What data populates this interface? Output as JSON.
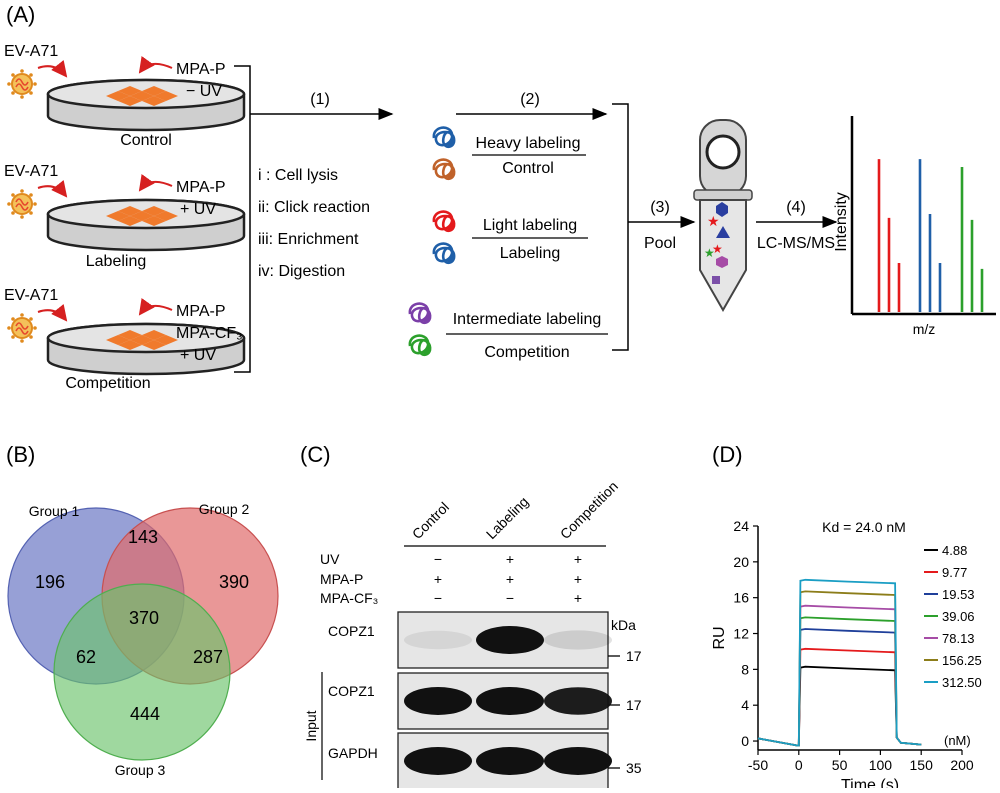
{
  "panels": {
    "A": {
      "label": "(A)",
      "virus": "EV-A71",
      "dishes": [
        {
          "name": "Control",
          "probe_lines": [
            "MPA-P",
            "− UV"
          ]
        },
        {
          "name": "Labeling",
          "probe_lines": [
            "MPA-P",
            "+ UV"
          ]
        },
        {
          "name": "Competition",
          "probe_lines": [
            "MPA-P",
            "MPA-CF₃",
            "+ UV"
          ]
        }
      ],
      "steps": [
        "(1)",
        "(2)",
        "(3)",
        "(4)"
      ],
      "processing": [
        "i : Cell lysis",
        "ii: Click reaction",
        "iii: Enrichment",
        "iv: Digestion"
      ],
      "labeling": [
        {
          "top": "Heavy labeling",
          "bottom": "Control"
        },
        {
          "top": "Light labeling",
          "bottom": "Labeling"
        },
        {
          "top": "Intermediate labeling",
          "bottom": "Competition"
        }
      ],
      "pool": "Pool",
      "lcms": "LC-MS/MS",
      "ms_spectrum": {
        "ylabel": "Intensity",
        "xlabel": "m/z",
        "peak_groups": [
          {
            "color": "#e41a1c",
            "x": [
              879,
              889,
              899
            ],
            "h": [
              0.78,
              0.48,
              0.25
            ]
          },
          {
            "color": "#1f5fa8",
            "x": [
              920,
              930,
              940
            ],
            "h": [
              0.78,
              0.5,
              0.25
            ]
          },
          {
            "color": "#2ca02c",
            "x": [
              962,
              972,
              982
            ],
            "h": [
              0.74,
              0.47,
              0.22
            ]
          }
        ]
      }
    },
    "B": {
      "label": "(B)",
      "groups": [
        "Group 1",
        "Group 2",
        "Group 3"
      ],
      "colors": [
        "#6b78c4",
        "#e06b6b",
        "#6cc36c"
      ],
      "counts": {
        "only1": "196",
        "only2": "390",
        "only3": "444",
        "g12": "143",
        "g13": "62",
        "g23": "287",
        "all": "370"
      }
    },
    "C": {
      "label": "(C)",
      "lanes": [
        "Control",
        "Labeling",
        "Competition"
      ],
      "conditions": [
        {
          "name": "UV",
          "signs": [
            "−",
            "+",
            "+"
          ]
        },
        {
          "name": "MPA-P",
          "signs": [
            "+",
            "+",
            "+"
          ]
        },
        {
          "name": "MPA-CF₃",
          "signs": [
            "−",
            "−",
            "+"
          ]
        }
      ],
      "blots": [
        {
          "name": "COPZ1",
          "marker": "17",
          "intensity": [
            0.05,
            1.0,
            0.12
          ]
        },
        {
          "name": "COPZ1",
          "marker": "17",
          "intensity": [
            1.0,
            1.0,
            0.95
          ]
        },
        {
          "name": "GAPDH",
          "marker": "35",
          "intensity": [
            1.0,
            1.0,
            1.0
          ]
        }
      ],
      "kda": "kDa",
      "input": "Input"
    },
    "D": {
      "label": "(D)",
      "kd": "Kd = 24.0 nM",
      "unit": "(nM)"
    }
  },
  "chart_data": {
    "type": "line",
    "xlabel": "Time (s)",
    "ylabel": "RU",
    "xlim": [
      -50,
      200
    ],
    "ylim": [
      -1,
      24
    ],
    "xticks": [
      -50,
      0,
      50,
      100,
      150,
      200
    ],
    "yticks": [
      0,
      4,
      8,
      12,
      16,
      20,
      24
    ],
    "legend": "right",
    "series": [
      {
        "name": "4.88",
        "color": "#000000",
        "plateau": 8.2
      },
      {
        "name": "9.77",
        "color": "#e41a1c",
        "plateau": 10.2
      },
      {
        "name": "19.53",
        "color": "#1f3f9a",
        "plateau": 12.4
      },
      {
        "name": "39.06",
        "color": "#2ca02c",
        "plateau": 13.7
      },
      {
        "name": "78.13",
        "color": "#a64ca6",
        "plateau": 15.0
      },
      {
        "name": "156.25",
        "color": "#8c7d1a",
        "plateau": 16.6
      },
      {
        "name": "312.50",
        "color": "#1a9ec4",
        "plateau": 17.9
      }
    ]
  }
}
